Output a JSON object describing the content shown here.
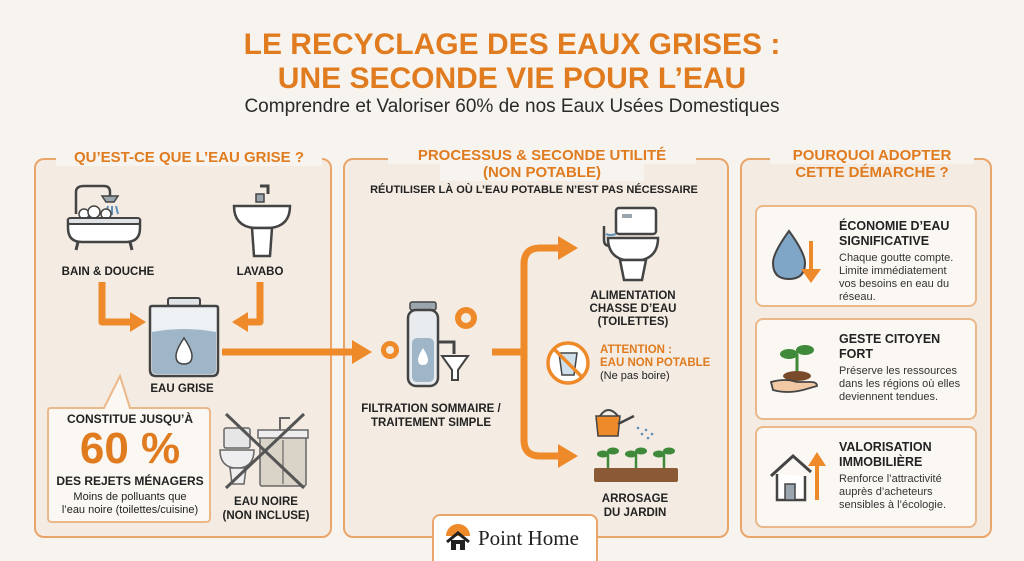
{
  "header": {
    "title_line1": "LE RECYCLAGE DES EAUX GRISES :",
    "title_line2": "UNE SECONDE VIE POUR L’EAU",
    "subtitle": "Comprendre et Valoriser 60% de nos Eaux Usées Domestiques"
  },
  "left_panel": {
    "heading": "QU’EST-CE QUE L’EAU GRISE ?",
    "bain_douche": "BAIN & DOUCHE",
    "lavabo": "LAVABO",
    "eau_grise": "EAU GRISE",
    "callout_top": "CONSTITUE JUSQU’À",
    "callout_percent": "60 %",
    "callout_mid": "DES REJETS MÉNAGERS",
    "callout_note_1": "Moins de polluants que",
    "callout_note_2": "l’eau noire (toilettes/cuisine)",
    "eau_noire_1": "EAU NOIRE",
    "eau_noire_2": "(NON INCLUSE)"
  },
  "middle_panel": {
    "heading_1": "PROCESSUS & SECONDE UTILITÉ",
    "heading_2": "(NON POTABLE)",
    "subheading": "RÉUTILISER LÀ OÙ L’EAU POTABLE N’EST PAS NÉCESSAIRE",
    "filtration_1": "FILTRATION SOMMAIRE /",
    "filtration_2": "TRAITEMENT SIMPLE",
    "alimentation_1": "ALIMENTATION",
    "alimentation_2": "CHASSE D’EAU",
    "alimentation_3": "(TOILETTES)",
    "attention_1": "ATTENTION :",
    "attention_2": "EAU NON POTABLE",
    "attention_3": "(Ne pas boire)",
    "arrosage_1": "ARROSAGE",
    "arrosage_2": "DU JARDIN"
  },
  "right_panel": {
    "heading_1": "POURQUOI ADOPTER",
    "heading_2": "CETTE DÉMARCHE ?",
    "cards": [
      {
        "title_1": "ÉCONOMIE D’EAU",
        "title_2": "SIGNIFICATIVE",
        "desc": [
          "Chaque goutte compte.",
          "Limite immédiatement",
          "vos besoins en eau du",
          "réseau."
        ],
        "icon": "water-drop-down-arrow-icon"
      },
      {
        "title_1": "GESTE CITOYEN",
        "title_2": "FORT",
        "desc": [
          "Préserve les ressources",
          "dans les régions où elles",
          "deviennent tendues."
        ],
        "icon": "hand-sprout-icon"
      },
      {
        "title_1": "VALORISATION",
        "title_2": "IMMOBILIÈRE",
        "desc": [
          "Renforce l’attractivité",
          "auprès d’acheteurs",
          "sensibles à l’écologie."
        ],
        "icon": "house-up-arrow-icon"
      }
    ]
  },
  "footer": {
    "logo_text": "Point Home"
  },
  "colors": {
    "accent": "#e07b1f",
    "panel_border": "#e9a56a",
    "water_blue": "#5b8fb8"
  }
}
